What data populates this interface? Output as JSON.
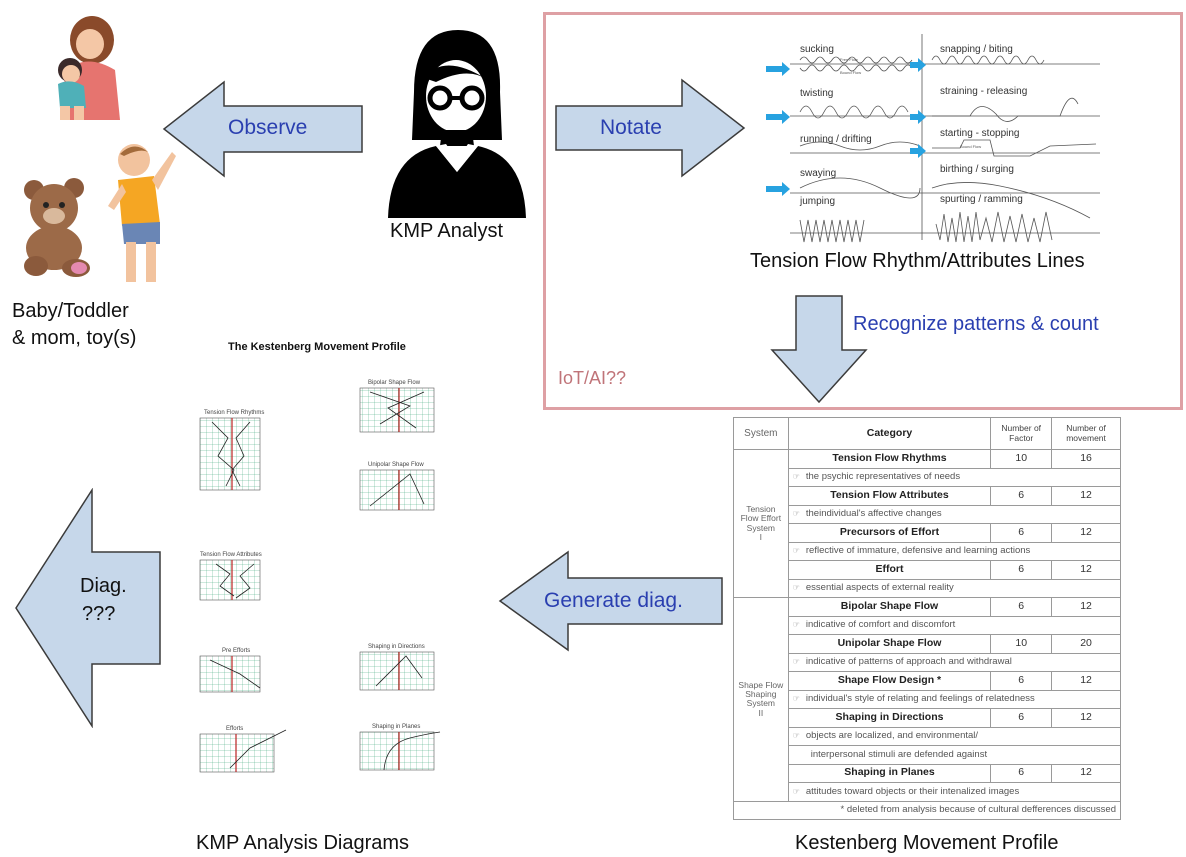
{
  "colors": {
    "arrow_fill": "#c6d7ea",
    "arrow_stroke": "#3b3b3b",
    "arrow_text": "#2a3fb0",
    "iot_border": "#dea0a4",
    "iot_text": "#c07479"
  },
  "analyst": {
    "label": "KMP Analyst",
    "icon": "analyst-person-icon"
  },
  "baby": {
    "caption_line1": "Baby/Toddler",
    "caption_line2": "& mom, toy(s)"
  },
  "arrows": {
    "observe": "Observe",
    "notate": "Notate",
    "recognize": "Recognize patterns & count",
    "generate": "Generate diag.",
    "diag_line1": "Diag.",
    "diag_line2": "???"
  },
  "iot": {
    "label": "IoT/AI??"
  },
  "tension_flow": {
    "caption": "Tension Flow Rhythm/Attributes Lines",
    "labels_left": [
      "sucking",
      "twisting",
      "running / drifting",
      "swaying",
      "jumping"
    ],
    "labels_right": [
      "snapping / biting",
      "straining - releasing",
      "starting - stopping",
      "birthing / surging",
      "spurting / ramming"
    ],
    "sub_left": [
      "Free Flow",
      "Bound Flow"
    ],
    "sub_right": [
      "Bound Flow"
    ]
  },
  "kmp_table": {
    "caption": "Kestenberg Movement Profile",
    "headers": {
      "system": "System",
      "category": "Category",
      "factor": "Number of Factor",
      "movement": "Number of movement"
    },
    "system1": [
      "Tension",
      "Flow Effort",
      "System",
      "I"
    ],
    "system2": [
      "Shape Flow",
      "Shaping",
      "System",
      "II"
    ],
    "rows": [
      {
        "category": "Tension Flow Rhythms",
        "factor": "10",
        "movement": "16",
        "desc": "the psychic representatives of needs"
      },
      {
        "category": "Tension Flow Attributes",
        "factor": "6",
        "movement": "12",
        "desc": "theindividual's affective changes"
      },
      {
        "category": "Precursors of Effort",
        "factor": "6",
        "movement": "12",
        "desc": "reflective of immature, defensive and learning actions"
      },
      {
        "category": "Effort",
        "factor": "6",
        "movement": "12",
        "desc": "essential aspects of external reality"
      },
      {
        "category": "Bipolar Shape Flow",
        "factor": "6",
        "movement": "12",
        "desc": "indicative of comfort and discomfort"
      },
      {
        "category": "Unipolar Shape Flow",
        "factor": "10",
        "movement": "20",
        "desc": "indicative of patterns of approach and withdrawal"
      },
      {
        "category": "Shape Flow Design *",
        "factor": "6",
        "movement": "12",
        "desc": "individual's style of relating and feelings of relatedness"
      },
      {
        "category": "Shaping in Directions",
        "factor": "6",
        "movement": "12",
        "desc": "objects are localized, and environmental/",
        "desc2": "interpersonal stimuli are defended against"
      },
      {
        "category": "Shaping in Planes",
        "factor": "6",
        "movement": "12",
        "desc": "attitudes toward objects or their intenalized images"
      }
    ],
    "footnote": "* deleted from analysis because of cultural defferences discussed"
  },
  "diagrams": {
    "caption": "KMP Analysis Diagrams",
    "title": "The Kestenberg Movement Profile",
    "panels": [
      {
        "title": "Tension Flow Rhythms"
      },
      {
        "title": "Bipolar Shape Flow"
      },
      {
        "title": "Unipolar Shape Flow"
      },
      {
        "title": "Tension Flow Attributes"
      },
      {
        "title": "Pre Efforts"
      },
      {
        "title": "Shaping in Directions"
      },
      {
        "title": "Efforts"
      },
      {
        "title": "Shaping in Planes"
      }
    ]
  }
}
